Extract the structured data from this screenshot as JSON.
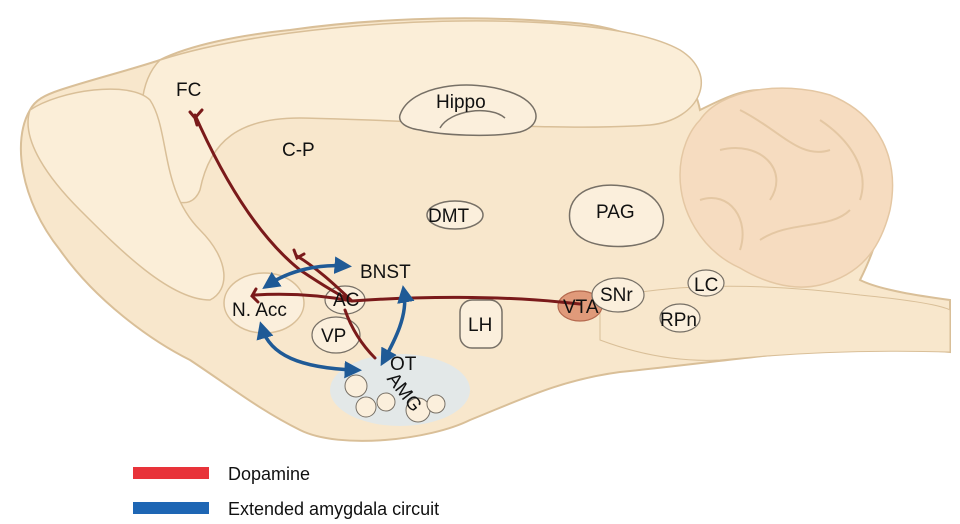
{
  "colors": {
    "brain_fill": "#f8e7cc",
    "brain_stroke": "#d9bf98",
    "cerebellum_fill": "#f6dcc0",
    "region_fill": "#fbefdc",
    "region_stroke": "#777066",
    "dopamine": "#7a1a1a",
    "circuit": "#1f5a96",
    "vta_fill": "#e09a7a",
    "amg_fill": "#dde8ef",
    "legend_dopamine": "#e8333a",
    "legend_circuit": "#1e66b4"
  },
  "regions": {
    "fc": "FC",
    "cp": "C-P",
    "hippo": "Hippo",
    "dmt": "DMT",
    "pag": "PAG",
    "bnst": "BNST",
    "nacc": "N. Acc",
    "ac": "AC",
    "vp": "VP",
    "ot": "OT",
    "amg": "AMG",
    "lh": "LH",
    "vta": "VTA",
    "snr": "SNr",
    "lc": "LC",
    "rpn": "RPn"
  },
  "legend": {
    "dopamine": "Dopamine",
    "circuit": "Extended amygdala circuit"
  }
}
